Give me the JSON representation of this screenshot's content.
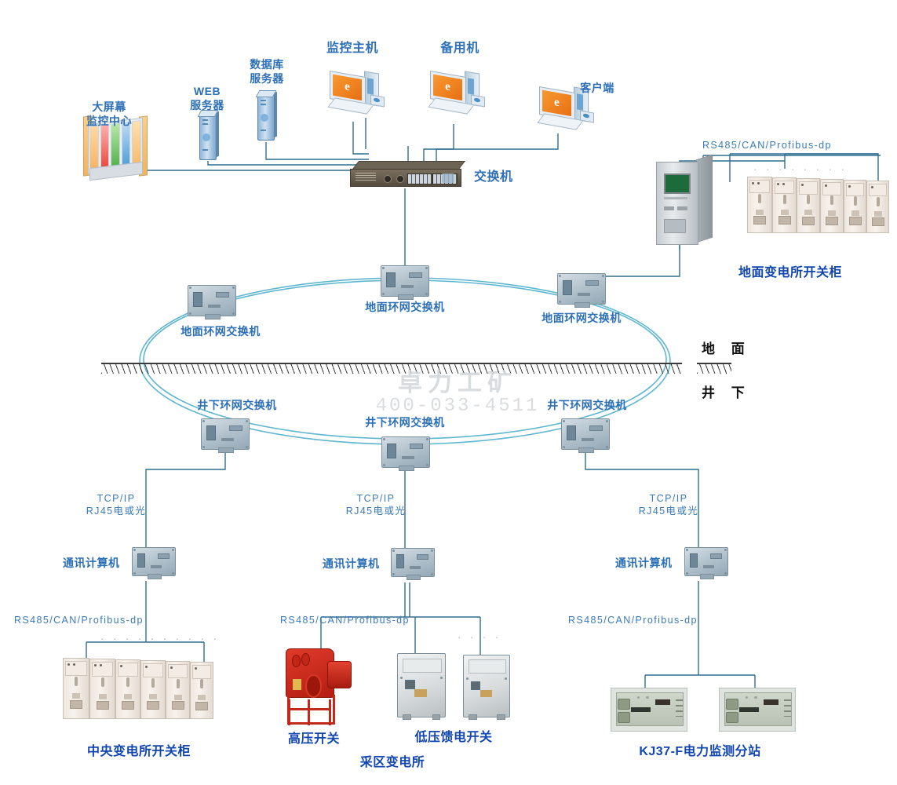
{
  "diagram": {
    "title": "煤矿电力监控系统网络拓扑图",
    "accent_blue": "#2d6fb5",
    "wire_color": "#2f6f8f",
    "ring_color": "#5fb6cf",
    "label_color": "#3a7ab8"
  },
  "surface_layer": {
    "ground_label_above": "地 面",
    "ground_label_below": "井 下",
    "nodes": [
      {
        "id": "big-screen",
        "label": "大屏幕\n监控中心",
        "type": "video-wall"
      },
      {
        "id": "web-server",
        "label": "WEB\n服务器",
        "type": "server"
      },
      {
        "id": "db-server",
        "label": "数据库\n服务器",
        "type": "server"
      },
      {
        "id": "monitor-host",
        "label": "监控主机",
        "type": "workstation"
      },
      {
        "id": "backup-host",
        "label": "备用机",
        "type": "workstation"
      },
      {
        "id": "client",
        "label": "客户端",
        "type": "workstation"
      },
      {
        "id": "core-switch",
        "label": "交换机",
        "type": "rack-switch"
      },
      {
        "id": "ground-cabinet",
        "label": "",
        "type": "control-cabinet"
      },
      {
        "id": "ground-gear",
        "label": "地面变电所开关柜",
        "type": "switchgear"
      }
    ],
    "bus_label": "RS485/CAN/Profibus-dp"
  },
  "ring": {
    "surface_switches": [
      {
        "label": "地面环网交换机"
      },
      {
        "label": "地面环网交换机"
      },
      {
        "label": "地面环网交换机"
      }
    ],
    "underground_switches": [
      {
        "label": "井下环网交换机"
      },
      {
        "label": "井下环网交换机"
      },
      {
        "label": "井下环网交换机"
      }
    ]
  },
  "branches": [
    {
      "id": "left-branch",
      "uplink_label": "TCP/IP\nRJ45电或光",
      "comm_computer_label": "通讯计算机",
      "fieldbus_label": "RS485/CAN/Profibus-dp",
      "dots": "· · · · ·  · · · · ·",
      "equipment": [
        {
          "label": "中央变电所开关柜",
          "type": "switchgear"
        }
      ],
      "group_label": ""
    },
    {
      "id": "center-branch",
      "uplink_label": "TCP/IP\nRJ45电或光",
      "comm_computer_label": "通讯计算机",
      "fieldbus_label": "RS485/CAN/Profibus-dp",
      "dots": "· · · ·",
      "equipment": [
        {
          "label": "高压开关",
          "type": "hv-switch"
        },
        {
          "label": "低压馈电开关",
          "type": "lv-feeder"
        }
      ],
      "group_label": "采区变电所"
    },
    {
      "id": "right-branch",
      "uplink_label": "TCP/IP\nRJ45电或光",
      "comm_computer_label": "通讯计算机",
      "fieldbus_label": "RS485/CAN/Profibus-dp",
      "dots": "",
      "equipment": [
        {
          "label": "KJ37-F电力监测分站",
          "type": "monitoring-substation"
        }
      ],
      "group_label": ""
    }
  ],
  "watermark": {
    "brand": "卓力工矿",
    "phone": "400-033-4511"
  },
  "misc": {
    "ground_gear_dots": "· · · · · · · ·",
    "central_gear_dots": "· · · · ·  · · · · ·",
    "lv_dots": "· · · ·"
  }
}
